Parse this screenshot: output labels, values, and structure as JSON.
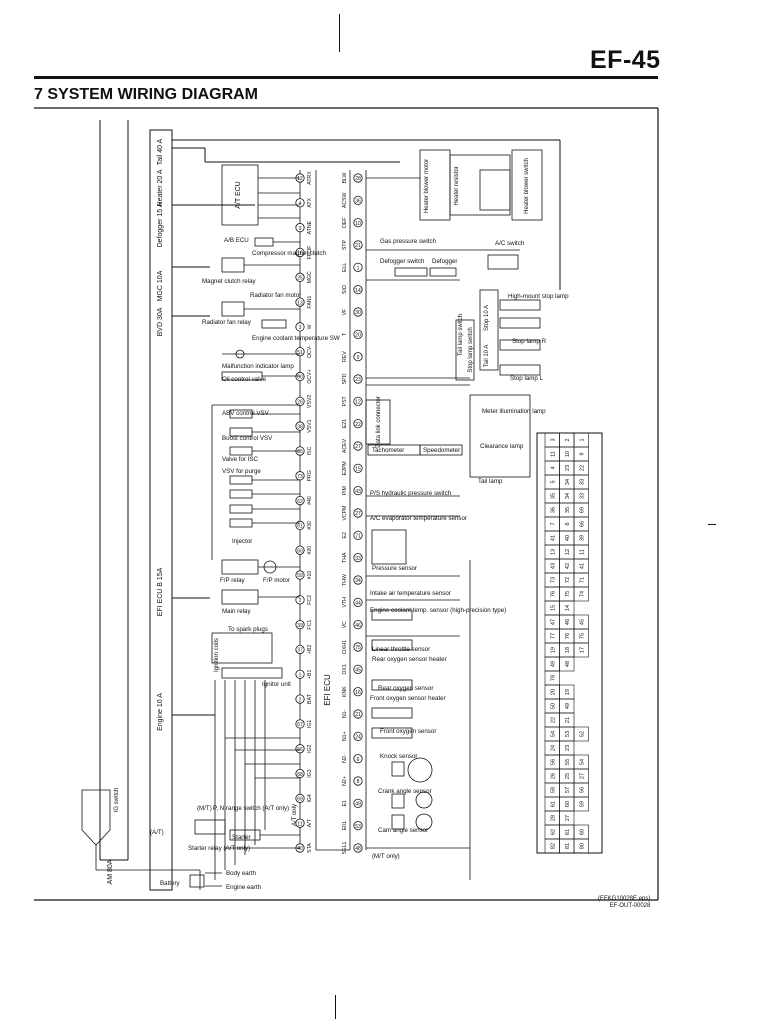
{
  "header": {
    "page_code": "EF-45",
    "section_title": "7 SYSTEM WIRING DIAGRAM"
  },
  "footer": {
    "file_ref_1": "(EFKG10028E.eps)",
    "file_ref_2": "EF-OUT-00028"
  },
  "fuses": [
    {
      "label": "Tail 40 A"
    },
    {
      "label": "Heater 20 A"
    },
    {
      "label": "Defogger 15 A"
    },
    {
      "label": "MGC 10A"
    },
    {
      "label": "BVD 30A"
    },
    {
      "label": "EFI ECU B 15A"
    },
    {
      "label": "Engine 10 A"
    },
    {
      "label": "AM 80A"
    }
  ],
  "left_components": {
    "at_ecu": "A/T ECU",
    "ab_ecu": "A/B ECU",
    "compressor": "Compressor magnet clutch",
    "magnet_relay": "Magnet clutch relay",
    "radiator_fan_motor": "Radiator fan motor",
    "radiator_fan_relay": "Radiator fan relay",
    "coolant_sw": "Engine coolant temperature SW",
    "mil": "Malfunction indicator lamp",
    "oil_valve": "Oil control valve",
    "abv": "ABV control VSV",
    "boost": "Boost control VSV",
    "isc_valve": "Valve for ISC",
    "vsv_purge": "VSV for purge",
    "injector": "Injector",
    "fp_relay": "F/P relay",
    "fp_motor": "F/P motor",
    "main_relay": "Main relay",
    "spark": "To spark plugs",
    "ign_coils": "Ignition coils",
    "igniter": "Ignitor unit",
    "pn_switch": "P, N range switch (A/T only)",
    "starter": "Starter",
    "starter_relay": "Starter relay (A/T only)",
    "mt": "(M/T)",
    "at": "(A/T)",
    "at_only": "A/T only",
    "ig_switch": "IG switch",
    "body_earth": "Body earth",
    "engine_earth": "Engine earth",
    "battery": "Battery",
    "efi_ecu": "EFI ECU"
  },
  "ecu_left_pins": [
    {
      "no": "12",
      "name": "ATRX"
    },
    {
      "no": "4",
      "name": "ATX"
    },
    {
      "no": "3",
      "name": "ATNE"
    },
    {
      "no": "16",
      "name": "FPOF"
    },
    {
      "no": "25",
      "name": "MGC"
    },
    {
      "no": "13",
      "name": "FAN1"
    },
    {
      "no": "3",
      "name": "W"
    },
    {
      "no": "51",
      "name": "OCV-"
    },
    {
      "no": "50",
      "name": "OCV+"
    },
    {
      "no": "26",
      "name": "VSV2"
    },
    {
      "no": "38",
      "name": "VSV1"
    },
    {
      "no": "65",
      "name": "ISC"
    },
    {
      "no": "73",
      "name": "PRG"
    },
    {
      "no": "62",
      "name": "#40"
    },
    {
      "no": "61",
      "name": "#30"
    },
    {
      "no": "60",
      "name": "#20"
    },
    {
      "no": "59",
      "name": "#10"
    },
    {
      "no": "2",
      "name": "FC2"
    },
    {
      "no": "39",
      "name": "FC1"
    },
    {
      "no": "37",
      "name": "+B2"
    },
    {
      "no": "1",
      "name": "+B1"
    },
    {
      "no": "2",
      "name": "BAT"
    },
    {
      "no": "67",
      "name": "IG1"
    },
    {
      "no": "66",
      "name": "IG2"
    },
    {
      "no": "68",
      "name": "IG3"
    },
    {
      "no": "69",
      "name": "IG4"
    },
    {
      "no": "11",
      "name": "A/T"
    },
    {
      "no": "40",
      "name": "STA"
    }
  ],
  "ecu_right_pins": [
    {
      "no": "28",
      "name": "BLW"
    },
    {
      "no": "36",
      "name": "ACSW"
    },
    {
      "no": "10",
      "name": "DEF"
    },
    {
      "no": "21",
      "name": "STP"
    },
    {
      "no": "1",
      "name": "ELL"
    },
    {
      "no": "14",
      "name": "SIO"
    },
    {
      "no": "30",
      "name": "VF"
    },
    {
      "no": "20",
      "name": "T"
    },
    {
      "no": "9",
      "name": "REV"
    },
    {
      "no": "23",
      "name": "SPD"
    },
    {
      "no": "12",
      "name": "PST"
    },
    {
      "no": "22",
      "name": "E21"
    },
    {
      "no": "27",
      "name": "ACEV"
    },
    {
      "no": "15",
      "name": "E2PM"
    },
    {
      "no": "43",
      "name": "PIM"
    },
    {
      "no": "27",
      "name": "VCPM"
    },
    {
      "no": "71",
      "name": "E2"
    },
    {
      "no": "33",
      "name": "THA"
    },
    {
      "no": "34",
      "name": "THW"
    },
    {
      "no": "44",
      "name": "VTH"
    },
    {
      "no": "46",
      "name": "VC"
    },
    {
      "no": "75",
      "name": "OXH1"
    },
    {
      "no": "45",
      "name": "OX1"
    },
    {
      "no": "16",
      "name": "KNK"
    },
    {
      "no": "21",
      "name": "N1-"
    },
    {
      "no": "24",
      "name": "N1+"
    },
    {
      "no": "6",
      "name": "N2-"
    },
    {
      "no": "8",
      "name": "N2+"
    },
    {
      "no": "49",
      "name": "E1"
    },
    {
      "no": "53",
      "name": "E01"
    },
    {
      "no": "48",
      "name": "SEL1"
    }
  ],
  "right_components": {
    "heater_blower": "Heater blower motor",
    "heater_resistor": "Heater resistor",
    "heater_switch": "Heater blower switch",
    "gas_switch": "Gas pressure switch",
    "ac_switch": "A/C switch",
    "defogger_switch": "Defogger switch",
    "defogger": "Defogger",
    "high_stop": "High-mount stop lamp",
    "stop_r": "Stop lamp R",
    "stop_l": "Stop lamp L",
    "stop_fuse": "Stop 10 A",
    "tail_fuse": "Tail 10 A",
    "tail_switch": "Tail lamp switch",
    "stop_switch": "Stop lamp switch",
    "meter_lamp": "Meter illumination lamp",
    "clearance": "Clearance lamp",
    "tail_lamp": "Tail lamp",
    "data_link": "Data link connector",
    "tachometer": "Tachometer",
    "speedometer": "Speedometer",
    "ps_switch": "P/S hydraulic pressure switch",
    "ac_evap": "A/C evaporator temperature sensor",
    "pressure_sensor": "Pressure sensor",
    "intake_air": "Intake air temperature sensor",
    "coolant_sensor": "Engine coolant temp. sensor (high-precision type)",
    "throttle": "Linear throttle sensor",
    "rear_heater": "Rear oxygen sensor heater",
    "rear_o2": "Rear oxygen sensor",
    "front_heater": "Front oxygen sensor heater",
    "front_o2": "Front oxygen sensor",
    "knock": "Knock sensor",
    "crank": "Crank angle sensor",
    "cam": "Cam angle sensor",
    "mt_only": "(M/T only)"
  },
  "connector_grid": {
    "rows": [
      [
        "",
        "3",
        "2",
        "1"
      ],
      [
        "",
        "11",
        "10",
        "9",
        "8"
      ],
      [
        "",
        "4",
        "23",
        "22",
        "21"
      ],
      [
        "",
        "5",
        "34",
        "33",
        "32",
        "31",
        "30",
        "29"
      ],
      [
        "",
        "35",
        "34",
        "33",
        "32"
      ],
      [
        "",
        "36",
        "35",
        "69",
        "68",
        "67"
      ],
      [
        "",
        "7",
        "6",
        "66"
      ],
      [
        "",
        "41",
        "40",
        "39",
        "38",
        "37"
      ],
      [
        "",
        "13",
        "12",
        "11"
      ],
      [
        "",
        "43",
        "42",
        "41",
        "40"
      ],
      [
        "",
        "73",
        "72",
        "71",
        "70"
      ],
      [
        "",
        "76",
        "75",
        "74",
        "73"
      ],
      [
        "",
        "15",
        "14"
      ],
      [
        "",
        "47",
        "46",
        "45",
        "44"
      ],
      [
        "",
        "77",
        "76",
        "75",
        "74"
      ],
      [
        "",
        "19",
        "18",
        "17",
        "16"
      ],
      [
        "",
        "49",
        "48"
      ],
      [
        "",
        "78"
      ],
      [
        "",
        "20",
        "19"
      ],
      [
        "",
        "50",
        "49"
      ],
      [
        "",
        "22",
        "21"
      ],
      [
        "",
        "54",
        "53",
        "52",
        "51"
      ],
      [
        "",
        "24",
        "23"
      ],
      [
        "",
        "56",
        "55",
        "54"
      ],
      [
        "",
        "26",
        "25",
        "27"
      ],
      [
        "",
        "58",
        "57",
        "56"
      ],
      [
        "",
        "61",
        "60",
        "59"
      ],
      [
        "",
        "28",
        "27"
      ],
      [
        "",
        "62",
        "61",
        "60"
      ],
      [
        "",
        "82",
        "81",
        "80",
        "79"
      ]
    ]
  }
}
